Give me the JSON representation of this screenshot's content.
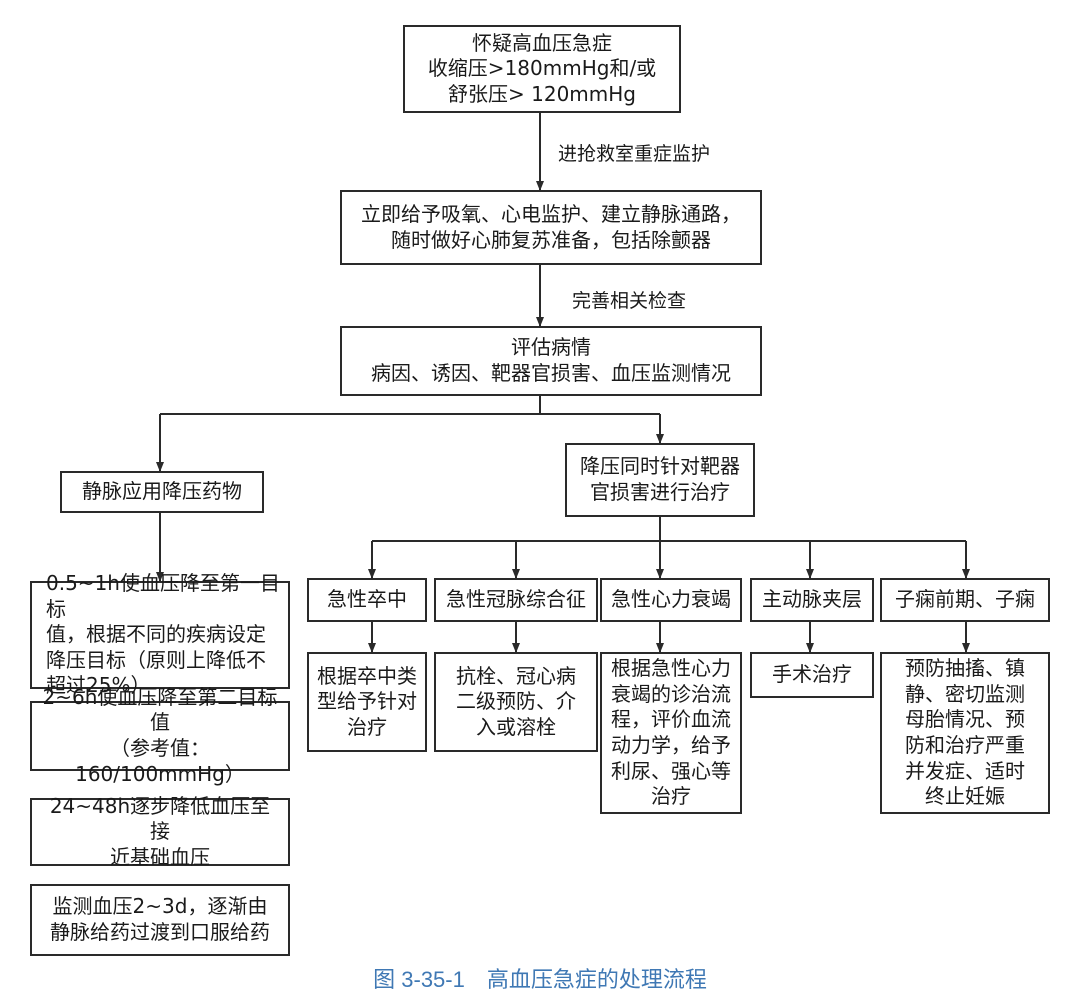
{
  "nodes": {
    "suspect": "怀疑高血压急症\n收缩压>180mmHg和/或\n舒张压> 120mmHg",
    "immediate": "立即给予吸氧、心电监护、建立静脉通路，\n随时做好心肺复苏准备，包括除颤器",
    "assess": "评估病情\n病因、诱因、靶器官损害、血压监测情况",
    "iv_drugs": "静脉应用降压药物",
    "target_organ": "降压同时针对靶器\n官损害进行治疗",
    "step1": "0.5~1h使血压降至第一目标\n值，根据不同的疾病设定\n降压目标（原则上降低不\n超过25%）",
    "step2": "2~6h使血压降至第二目标值\n（参考值：160/100mmHg）",
    "step3": "24~48h逐步降低血压至接\n近基础血压",
    "step4": "监测血压2~3d，逐渐由\n静脉给药过渡到口服给药",
    "stroke": "急性卒中",
    "acs": "急性冠脉综合征",
    "ahf": "急性心力衰竭",
    "dissection": "主动脉夹层",
    "eclampsia": "子痫前期、子痫",
    "stroke_tx": "根据卒中类\n型给予针对\n治疗",
    "acs_tx": "抗栓、冠心病\n二级预防、介\n入或溶栓",
    "ahf_tx": "根据急性心力\n衰竭的诊治流\n程，评价血流\n动力学，给予\n利尿、强心等\n治疗",
    "dissection_tx": "手术治疗",
    "eclampsia_tx": "预防抽搐、镇\n静、密切监测\n母胎情况、预\n防和治疗严重\n并发症、适时\n终止妊娠"
  },
  "edge_labels": {
    "to_icu": "进抢救室重症监护",
    "complete_exam": "完善相关检查"
  },
  "caption": "图 3-35-1　高血压急症的处理流程",
  "colors": {
    "line": "#2a2a2a",
    "caption": "#3f78b4"
  }
}
